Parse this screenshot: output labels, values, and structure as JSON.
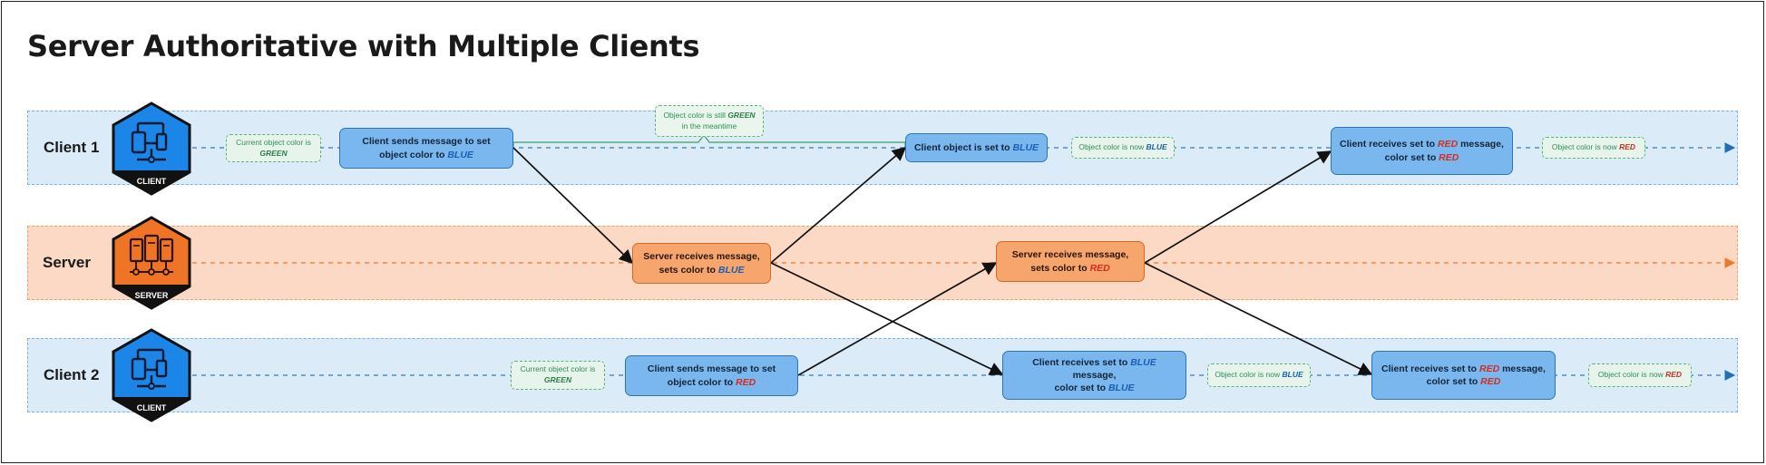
{
  "title": "Server Authoritative with Multiple Clients",
  "lanes": {
    "client1": {
      "label": "Client 1",
      "badge": "CLIENT"
    },
    "server": {
      "label": "Server",
      "badge": "SERVER"
    },
    "client2": {
      "label": "Client 2",
      "badge": "CLIENT"
    }
  },
  "client1": {
    "note_current": {
      "text": "Current object color is",
      "value": "GREEN"
    },
    "send_box": {
      "text": "Client sends message to set object color to",
      "value": "BLUE"
    },
    "callout": {
      "text": "Object color is still",
      "value": "GREEN",
      "suffix": "in the meantime"
    },
    "set_box": {
      "text": "Client object is set to",
      "value": "BLUE"
    },
    "note_now_blue": {
      "text": "Object color is now",
      "value": "BLUE"
    },
    "recv_box": {
      "pre": "Client receives set to",
      "value": "RED",
      "mid": "message,",
      "line2": "color set to",
      "value2": "RED"
    },
    "note_now_red": {
      "text": "Object color is now",
      "value": "RED"
    }
  },
  "server": {
    "recv_blue": {
      "line1": "Server receives message,",
      "line2": "sets color to",
      "value": "BLUE"
    },
    "recv_red": {
      "line1": "Server receives message,",
      "line2": "sets color to",
      "value": "RED"
    }
  },
  "client2": {
    "note_current": {
      "text": "Current object color is",
      "value": "GREEN"
    },
    "send_box": {
      "text": "Client sends message to set object color to",
      "value": "RED"
    },
    "recv_blue": {
      "pre": "Client receives set to",
      "value": "BLUE",
      "mid": "message,",
      "line2": "color set to",
      "value2": "BLUE"
    },
    "note_now_blue": {
      "text": "Object color is now",
      "value": "BLUE"
    },
    "recv_red": {
      "pre": "Client receives set to",
      "value": "RED",
      "mid": "message,",
      "line2": "color set to",
      "value2": "RED"
    },
    "note_now_red": {
      "text": "Object color is now",
      "value": "RED"
    }
  },
  "colors": {
    "client_lane": "#dcebf8",
    "server_lane": "#fbd9c4",
    "client_box": "#7ab7ee",
    "server_box": "#f6a56c",
    "blue_text": "#1a5fb4",
    "red_text": "#d42d1e",
    "green_text": "#2d7e45"
  },
  "icons": [
    "client-device-icon",
    "server-rack-icon"
  ]
}
